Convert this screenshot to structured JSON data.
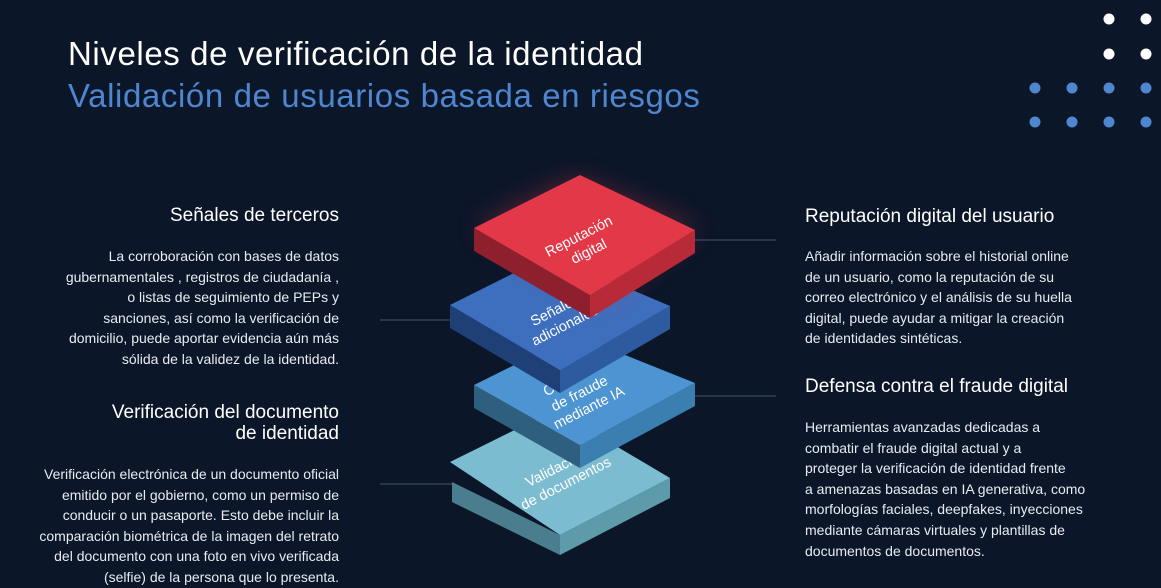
{
  "header": {
    "title": "Niveles de verificación de la identidad",
    "subtitle": "Validación de usuarios basada en riesgos"
  },
  "colors": {
    "background": "#0b1629",
    "accent_blue": "#4f86d0",
    "layer_red": "#e23847",
    "layer_blue": "#3e6fbe",
    "layer_mid_blue": "#4c94d2",
    "layer_light_blue": "#7cbcd0"
  },
  "layers": [
    {
      "line1": "Reputación",
      "line2": "digital",
      "line3": ""
    },
    {
      "line1": "Señales",
      "line2": "adicionales",
      "line3": ""
    },
    {
      "line1": "Controles",
      "line2": "de fraude",
      "line3": "mediante IA"
    },
    {
      "line1": "Validación",
      "line2": "de documentos",
      "line3": ""
    }
  ],
  "sections": {
    "terceros": {
      "title": "Señales de terceros",
      "lines": [
        "La corroboración con bases de datos",
        "gubernamentales , registros de ciudadanía ,",
        "o listas de seguimiento de PEPs y",
        "sanciones, así como la verificación de",
        "domicilio, puede aportar evidencia aún más",
        "sólida de la validez de la identidad."
      ]
    },
    "documento": {
      "title_line1": "Verificación del documento",
      "title_line2": "de identidad",
      "lines": [
        "Verificación electrónica de un documento oficial",
        "emitido por el gobierno, como un permiso de",
        "conducir o un pasaporte. Esto debe incluir la",
        "comparación biométrica de la imagen del retrato",
        "del documento con una foto en vivo verificada",
        "(selfie) de la persona que lo presenta."
      ]
    },
    "reputacion": {
      "title": "Reputación digital del usuario",
      "lines": [
        "Añadir información sobre el historial online",
        "de un usuario, como la reputación de su",
        "correo electrónico y el análisis de su huella",
        "digital, puede ayudar a mitigar la creación",
        "de identidades sintéticas."
      ]
    },
    "fraude": {
      "title": "Defensa contra el fraude digital",
      "lines": [
        "Herramientas avanzadas dedicadas a",
        "combatir el fraude digital actual y a",
        "proteger la verificación de identidad frente",
        "a amenazas basadas en IA generativa, como",
        "morfologías faciales, deepfakes, inyecciones",
        "mediante cámaras virtuales y plantillas de",
        "documentos de documentos."
      ]
    }
  }
}
